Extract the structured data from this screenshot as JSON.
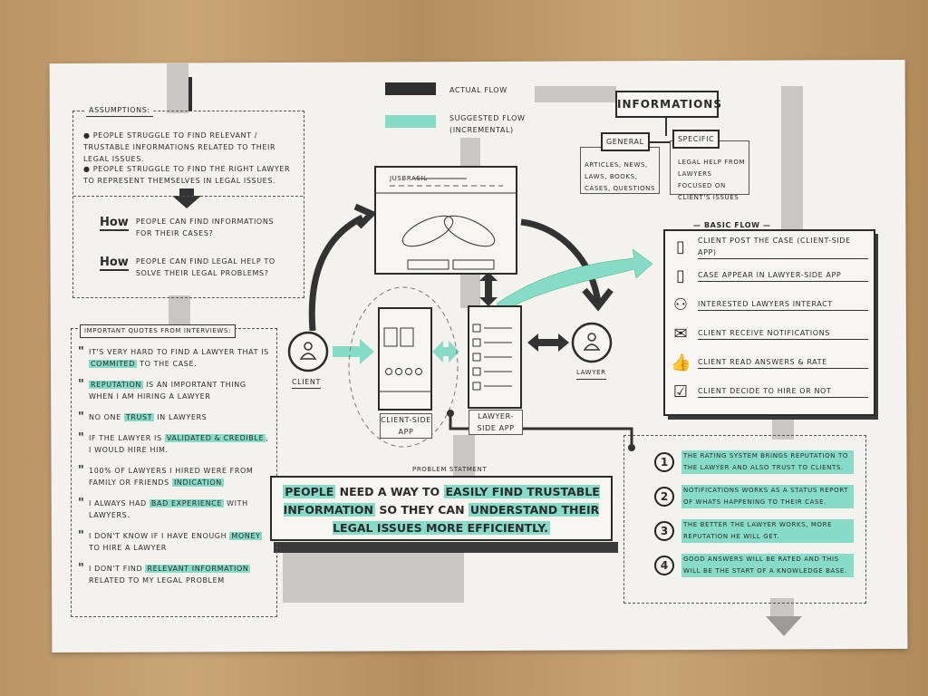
{
  "legend": {
    "actual_flow": "Actual flow",
    "suggested_flow": "Suggested flow",
    "suggested_note": "(incremental)",
    "actual_color": "#2f2f2f",
    "suggested_color": "#86dcc7"
  },
  "assumptions": {
    "title": "Assumptions:",
    "bullets": [
      "People struggle to find relevant / trustable informations related to their legal issues.",
      "People struggle to find the right lawyer to represent themselves in legal issues."
    ],
    "how": [
      {
        "word": "How",
        "text": "people can find informations for their cases?"
      },
      {
        "word": "How",
        "text": "people can find legal help to solve their legal problems?"
      }
    ]
  },
  "quotes": {
    "title": "Important quotes from interviews:",
    "items": [
      {
        "pre": "It's very hard to find a lawyer that is ",
        "hl": "commited",
        "post": " to the case."
      },
      {
        "pre": "",
        "hl": "Reputation",
        "post": " is an important thing when I am hiring a lawyer"
      },
      {
        "pre": "No one ",
        "hl": "trust",
        "post": " in lawyers"
      },
      {
        "pre": "If the lawyer is ",
        "hl": "validated & credible",
        "post": ", I would hire him."
      },
      {
        "pre": "100% of lawyers I hired were from family or friends ",
        "hl": "indication",
        "post": ""
      },
      {
        "pre": "I always had ",
        "hl": "bad experience",
        "post": " with lawyers."
      },
      {
        "pre": "I don't know if I have enough ",
        "hl": "money",
        "post": " to hire a lawyer"
      },
      {
        "pre": "I don't find ",
        "hl": "relevant information",
        "post": " related to my legal problem"
      }
    ]
  },
  "flow": {
    "website_brand": "JusBrasil",
    "client_label": "Client",
    "lawyer_label": "Lawyer",
    "client_app_label": "Client-side app",
    "lawyer_app_label": "Lawyer-side app"
  },
  "informations": {
    "title": "Informations",
    "general": {
      "label": "General",
      "text": "Articles, news, laws, books, cases, questions"
    },
    "specific": {
      "label": "Specific",
      "text": "Legal help from lawyers focused on client's issues"
    }
  },
  "basic_flow": {
    "title": "— Basic flow —",
    "steps": [
      {
        "icon": "phone-post-icon",
        "text": "Client post the case (client-side app)"
      },
      {
        "icon": "phone-case-icon",
        "text": "Case appear in lawyer-side app"
      },
      {
        "icon": "lawyers-icon",
        "text": "Interested lawyers interact"
      },
      {
        "icon": "notification-icon",
        "text": "Client receive notifications"
      },
      {
        "icon": "thumbs-up-icon",
        "text": "Client read answers & rate"
      },
      {
        "icon": "checkbox-icon",
        "text": "Client decide to hire or not"
      }
    ]
  },
  "problem": {
    "label": "Problem statment",
    "parts": [
      {
        "t": "People",
        "hl": true
      },
      {
        "t": " need a way to ",
        "hl": false
      },
      {
        "t": "easily find trustable information",
        "hl": true
      },
      {
        "t": " so they can ",
        "hl": false
      },
      {
        "t": "understand their legal issues more efficiently.",
        "hl": true
      }
    ]
  },
  "insights": [
    {
      "num": "1",
      "text": "The rating system brings reputation to the lawyer and also trust to clients."
    },
    {
      "num": "2",
      "text": "Notifications works as a status report of whats happening to their case."
    },
    {
      "num": "3",
      "text": "The better the lawyer works, more reputation he will get."
    },
    {
      "num": "4",
      "text": "Good answers will be rated and this will be the start of a knowledge base."
    }
  ]
}
